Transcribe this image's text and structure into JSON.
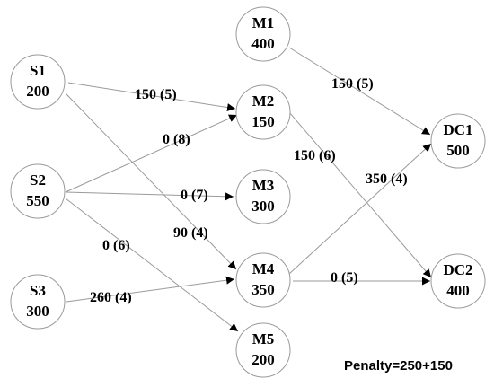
{
  "nodes": {
    "S1": {
      "name": "S1",
      "value": "200"
    },
    "S2": {
      "name": "S2",
      "value": "550"
    },
    "S3": {
      "name": "S3",
      "value": "300"
    },
    "M1": {
      "name": "M1",
      "value": "400"
    },
    "M2": {
      "name": "M2",
      "value": "150"
    },
    "M3": {
      "name": "M3",
      "value": "300"
    },
    "M4": {
      "name": "M4",
      "value": "350"
    },
    "M5": {
      "name": "M5",
      "value": "200"
    },
    "DC1": {
      "name": "DC1",
      "value": "500"
    },
    "DC2": {
      "name": "DC2",
      "value": "400"
    }
  },
  "edges": {
    "S1_M2": {
      "from": "S1",
      "to": "M2",
      "label": "150 (5)"
    },
    "S1_M4": {
      "from": "S1",
      "to": "M4",
      "label": "90 (4)"
    },
    "S2_M2": {
      "from": "S2",
      "to": "M2",
      "label": "0 (8)"
    },
    "S2_M3": {
      "from": "S2",
      "to": "M3",
      "label": "0 (7)"
    },
    "S2_M5": {
      "from": "S2",
      "to": "M5",
      "label": "0 (6)"
    },
    "S3_M4": {
      "from": "S3",
      "to": "M4",
      "label": "260 (4)"
    },
    "M1_DC1": {
      "from": "M1",
      "to": "DC1",
      "label": "150 (5)"
    },
    "M2_DC2": {
      "from": "M2",
      "to": "DC2",
      "label": "150 (6)"
    },
    "M4_DC1": {
      "from": "M4",
      "to": "DC1",
      "label": "350 (4)"
    },
    "M4_DC2": {
      "from": "M4",
      "to": "DC2",
      "label": "0 (5)"
    }
  },
  "penalty": "Penalty=250+150"
}
